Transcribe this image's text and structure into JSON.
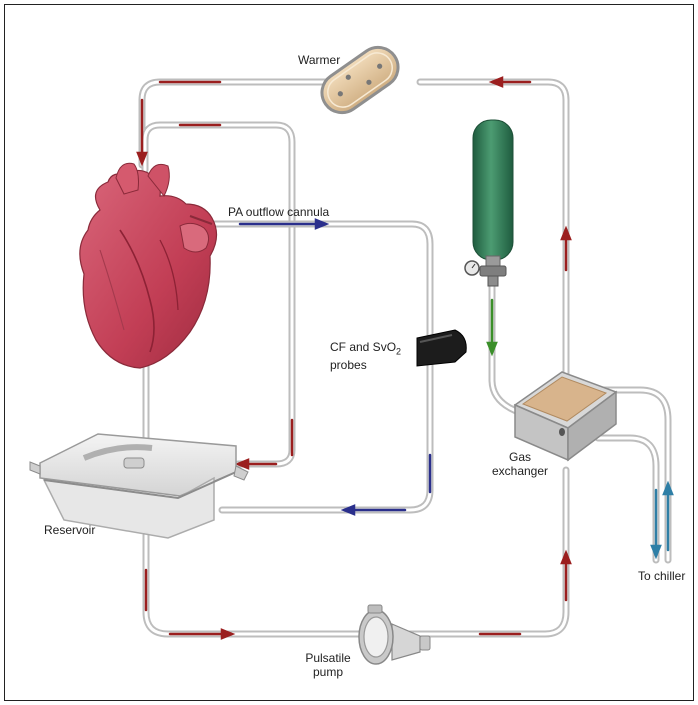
{
  "labels": {
    "warmer": "Warmer",
    "pa_outflow": "PA outflow cannula",
    "cf_line1_a": "CF and Sv",
    "cf_line1_sub_o": "O",
    "cf_line1_sub_2": "2",
    "cf_line2": "probes",
    "gas_line1": "Gas",
    "gas_line2": "exchanger",
    "reservoir": "Reservoir",
    "to_chiller": "To chiller",
    "pump_line1": "Pulsatile",
    "pump_line2": "pump"
  },
  "colors": {
    "tube": "#c9c9c9",
    "tube_inner": "#ffffff",
    "red_flow": "#9b1f1f",
    "blue_flow": "#2a2f8c",
    "green_flow": "#3b8f2a",
    "teal_flow": "#2f7fa6",
    "heart": "#c4485a",
    "cylinder": "#2f7d57",
    "warmer_fill": "#e7cda8",
    "exchanger_fill": "#d8b48c"
  }
}
